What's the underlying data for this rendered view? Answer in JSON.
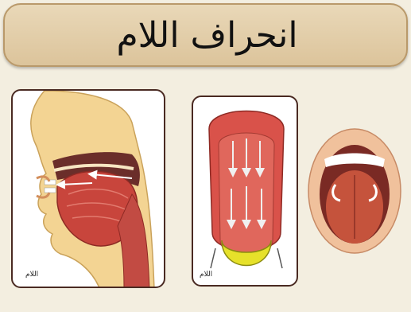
{
  "title": "انحراف اللام",
  "captions": {
    "side_view": "اللام",
    "tongue_view": "اللام"
  },
  "colors": {
    "background": "#f3eee0",
    "banner": "#dcc49b",
    "skin": "#f3d493",
    "muscle": "#c8453c",
    "tongue_tip": "#e6e12a",
    "panel_border": "#4a2a22"
  }
}
